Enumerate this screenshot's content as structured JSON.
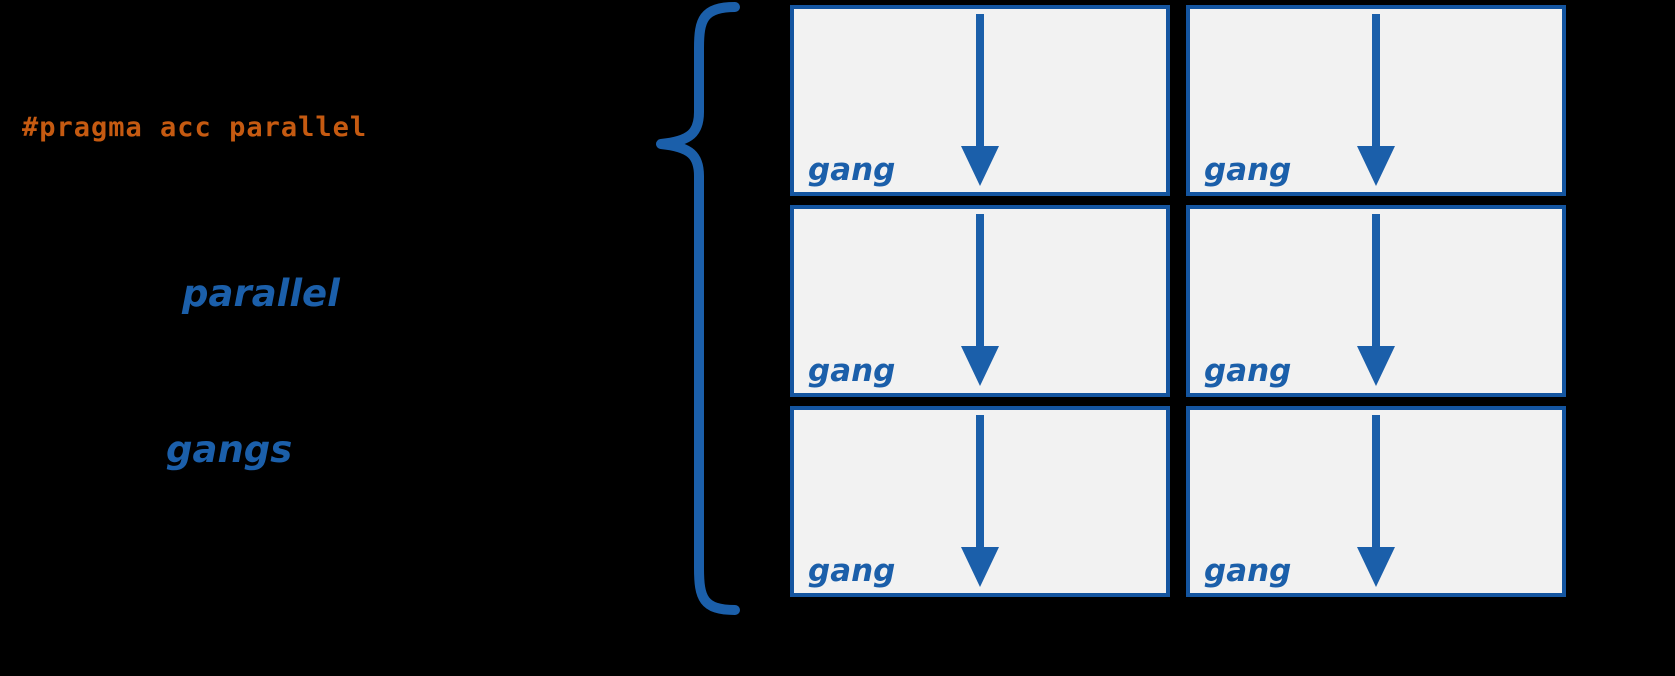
{
  "colors": {
    "background": "#000000",
    "pragma": "#c55a11",
    "blue": "#1b5faa",
    "cell_bg": "#f2f2f2",
    "cell_border": "#1455a0"
  },
  "pragma_text": "#pragma acc parallel",
  "labels": {
    "parallel": "parallel",
    "gangs": "gangs"
  },
  "grid": {
    "rows": 3,
    "cols": 2,
    "cell_label": "gang"
  }
}
